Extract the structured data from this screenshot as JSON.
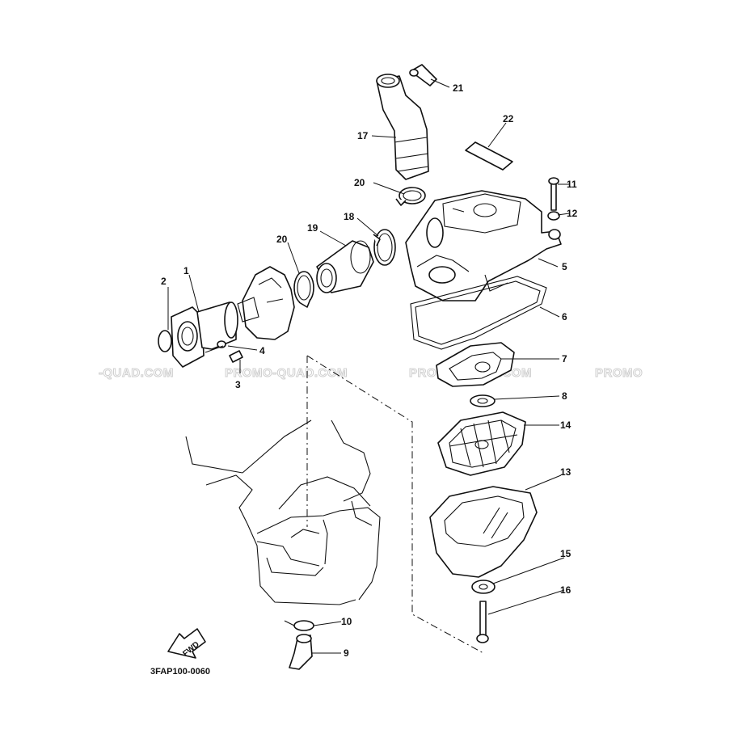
{
  "diagram": {
    "code": "3FAP100-0060",
    "watermark": [
      "-QUAD.COM",
      "PROMO-QUAD.COM",
      "PROMO-QUAD.COM",
      "PROMO"
    ],
    "fwd_label": "FWD",
    "callouts": {
      "p1": "1",
      "p2": "2",
      "p3": "3",
      "p4": "4",
      "p5": "5",
      "p6": "6",
      "p7": "7",
      "p8": "8",
      "p9": "9",
      "p10": "10",
      "p11": "11",
      "p12": "12",
      "p13": "13",
      "p14": "14",
      "p15": "15",
      "p16": "16",
      "p17": "17",
      "p18": "18",
      "p19": "19",
      "p20a": "20",
      "p20b": "20",
      "p21": "21",
      "p22": "22"
    }
  }
}
